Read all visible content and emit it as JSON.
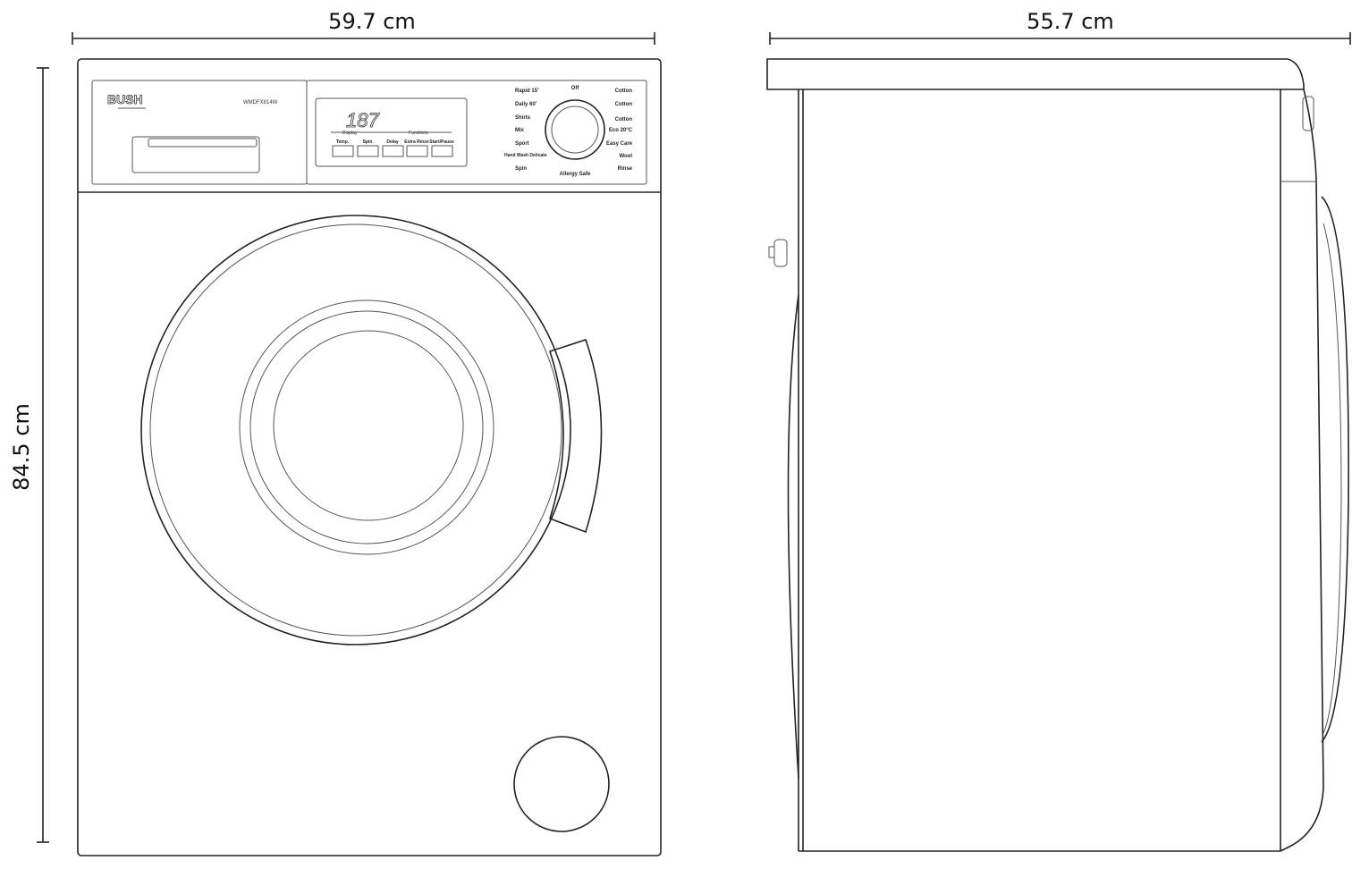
{
  "dimensions": {
    "width": "59.7 cm",
    "depth": "55.7 cm",
    "height": "84.5 cm"
  },
  "front_view": {
    "brand": "BUSH",
    "model": "WMDFX814W",
    "display": {
      "digits": "187",
      "display_label": "Display",
      "functions_label": "Functions",
      "buttons": [
        "Temp.",
        "Spin",
        "Delay",
        "Extra Rinse",
        "Start/Pause"
      ]
    },
    "dial": {
      "off_label": "Off",
      "left_programs": [
        "Rapid 15'",
        "Daily 60'",
        "Shirts",
        "Mix",
        "Sport",
        "Hand Wash Delicate",
        "Spin"
      ],
      "right_programs": [
        "Cotton",
        "Cotton",
        "Cotton",
        "Eco 20°C",
        "Easy Care",
        "Wool",
        "Rinse"
      ],
      "bottom_program": "Allergy Safe"
    }
  },
  "colors": {
    "line": "#222222",
    "background": "#ffffff"
  }
}
